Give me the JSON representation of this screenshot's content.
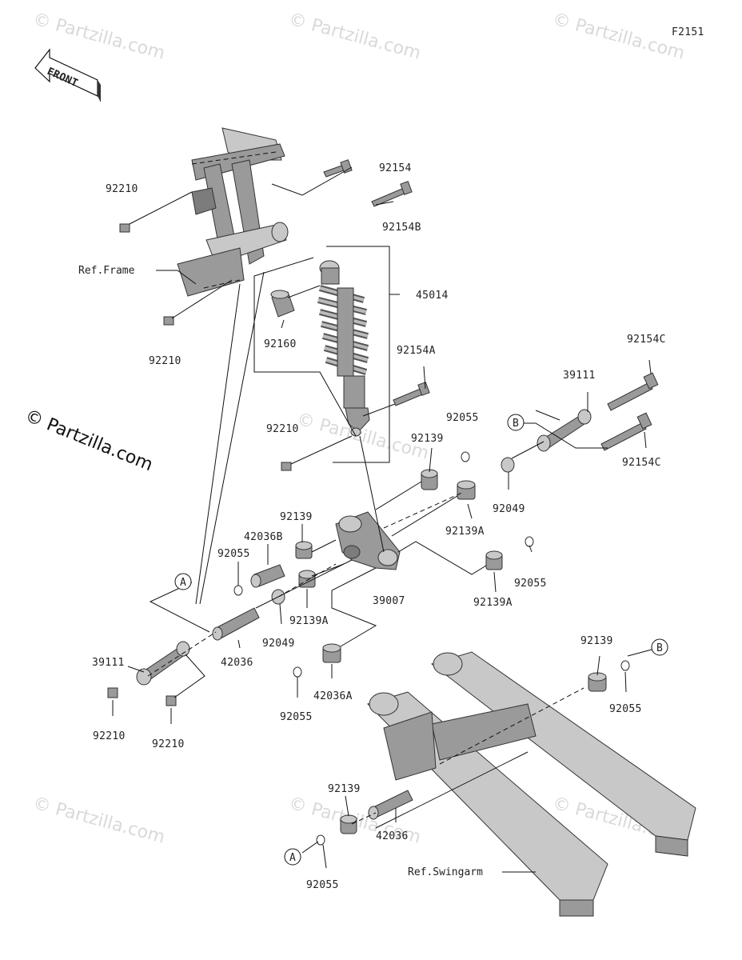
{
  "figure_id": "F2151",
  "front_label": "FRONT",
  "watermarks": {
    "small": "© Partzilla.com",
    "large": "© Partzilla.com"
  },
  "references": {
    "frame": "Ref.Frame",
    "swingarm": "Ref.Swingarm"
  },
  "callouts": {
    "a": "A",
    "b": "B"
  },
  "part_labels": [
    "92154",
    "92210",
    "92154B",
    "Ref.Frame",
    "45014",
    "92160",
    "92210",
    "92154A",
    "92210",
    "92055",
    "92139",
    "92154C",
    "39111",
    "92154C",
    "92049",
    "92139A",
    "92139",
    "42036B",
    "92055",
    "39007",
    "92055",
    "92139A",
    "92139A",
    "92049",
    "42036",
    "39111",
    "42036A",
    "92055",
    "92210",
    "92210",
    "92139",
    "92055",
    "92139",
    "42036",
    "92055"
  ],
  "colors": {
    "part_fill": "#9a9a9a",
    "part_light": "#c8c8c8",
    "line": "#111111",
    "watermark": "#d9d9d9"
  }
}
